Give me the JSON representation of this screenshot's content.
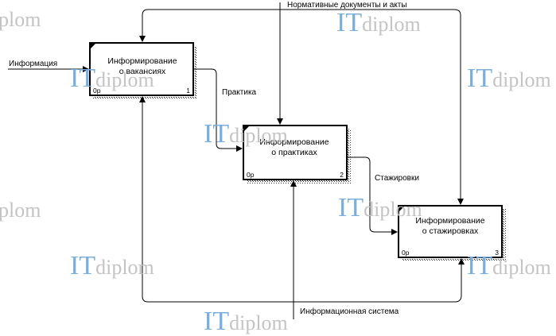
{
  "diagram": {
    "boxes": [
      {
        "title_line1": "Информирование",
        "title_line2": "о вакансиях",
        "cost": "0р",
        "number": "1"
      },
      {
        "title_line1": "Информирование",
        "title_line2": "о практиках",
        "cost": "0р",
        "number": "2"
      },
      {
        "title_line1": "Информирование",
        "title_line2": "о стажировках",
        "cost": "0р",
        "number": "3"
      }
    ],
    "arrows": {
      "input": "Информация",
      "control": "Нормативные документы и акты",
      "mechanism": "Информационная система",
      "output_1": "Практика",
      "output_2": "Стажировки"
    }
  },
  "watermark": {
    "brand": "IT",
    "suffix": "diplom",
    "plain": "plom"
  },
  "colors": {
    "line": "#000000",
    "box_fill": "#ffffff",
    "watermark_blue": "#79aede",
    "watermark_gray": "#c4c4c4"
  }
}
